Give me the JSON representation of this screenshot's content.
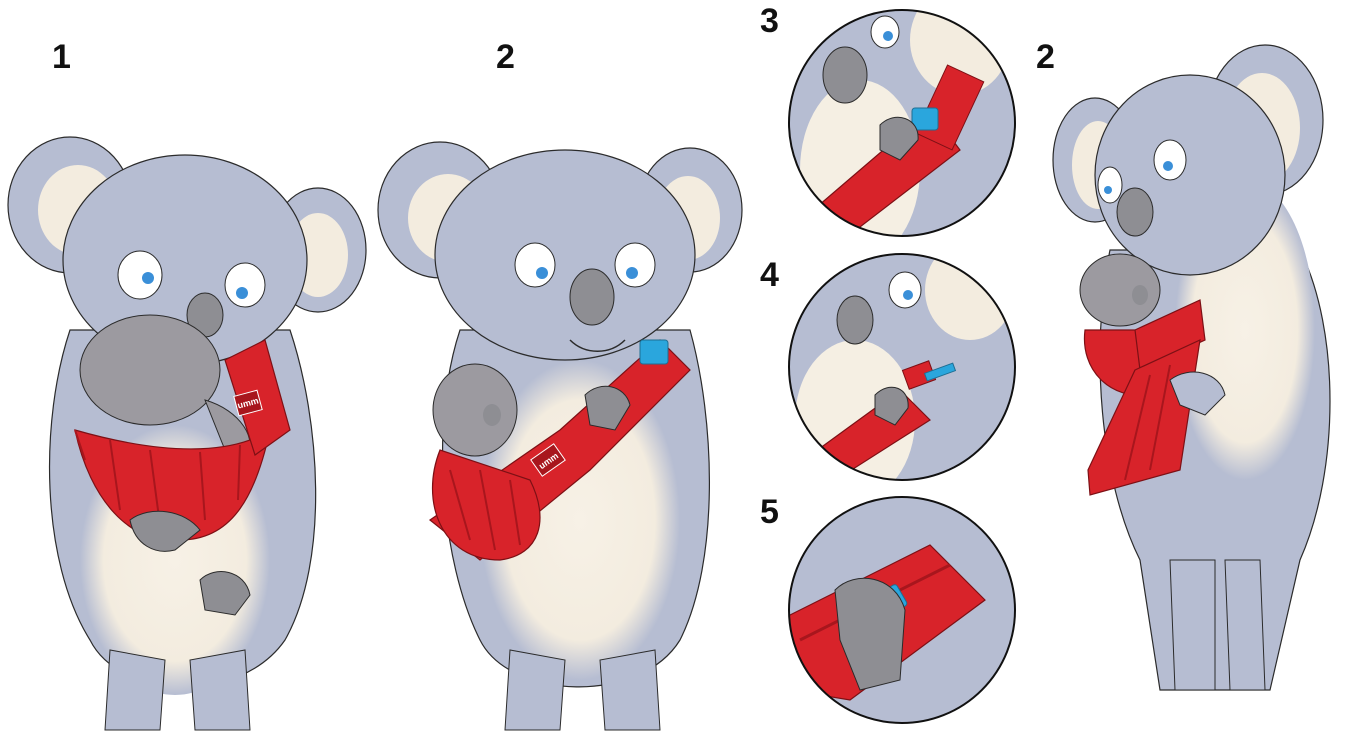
{
  "step_labels": {
    "first": "1",
    "second": "2",
    "third": "3",
    "fourth": "4",
    "fifth": "5",
    "second_side": "2"
  },
  "carrier_brand": "umm",
  "colors": {
    "koala_fur": "#b6bdd2",
    "koala_fur_dark": "#9aa2bb",
    "ear_inner": "#f3ecdf",
    "belly": "#f5efe3",
    "nose": "#8e8e93",
    "eye_iris": "#3a8fd8",
    "carrier_red": "#d8232a",
    "carrier_red_dark": "#a8161d",
    "buckle_blue": "#2aa6dd",
    "baby_fur": "#9c9aa0",
    "outline": "#2b2b2b"
  }
}
